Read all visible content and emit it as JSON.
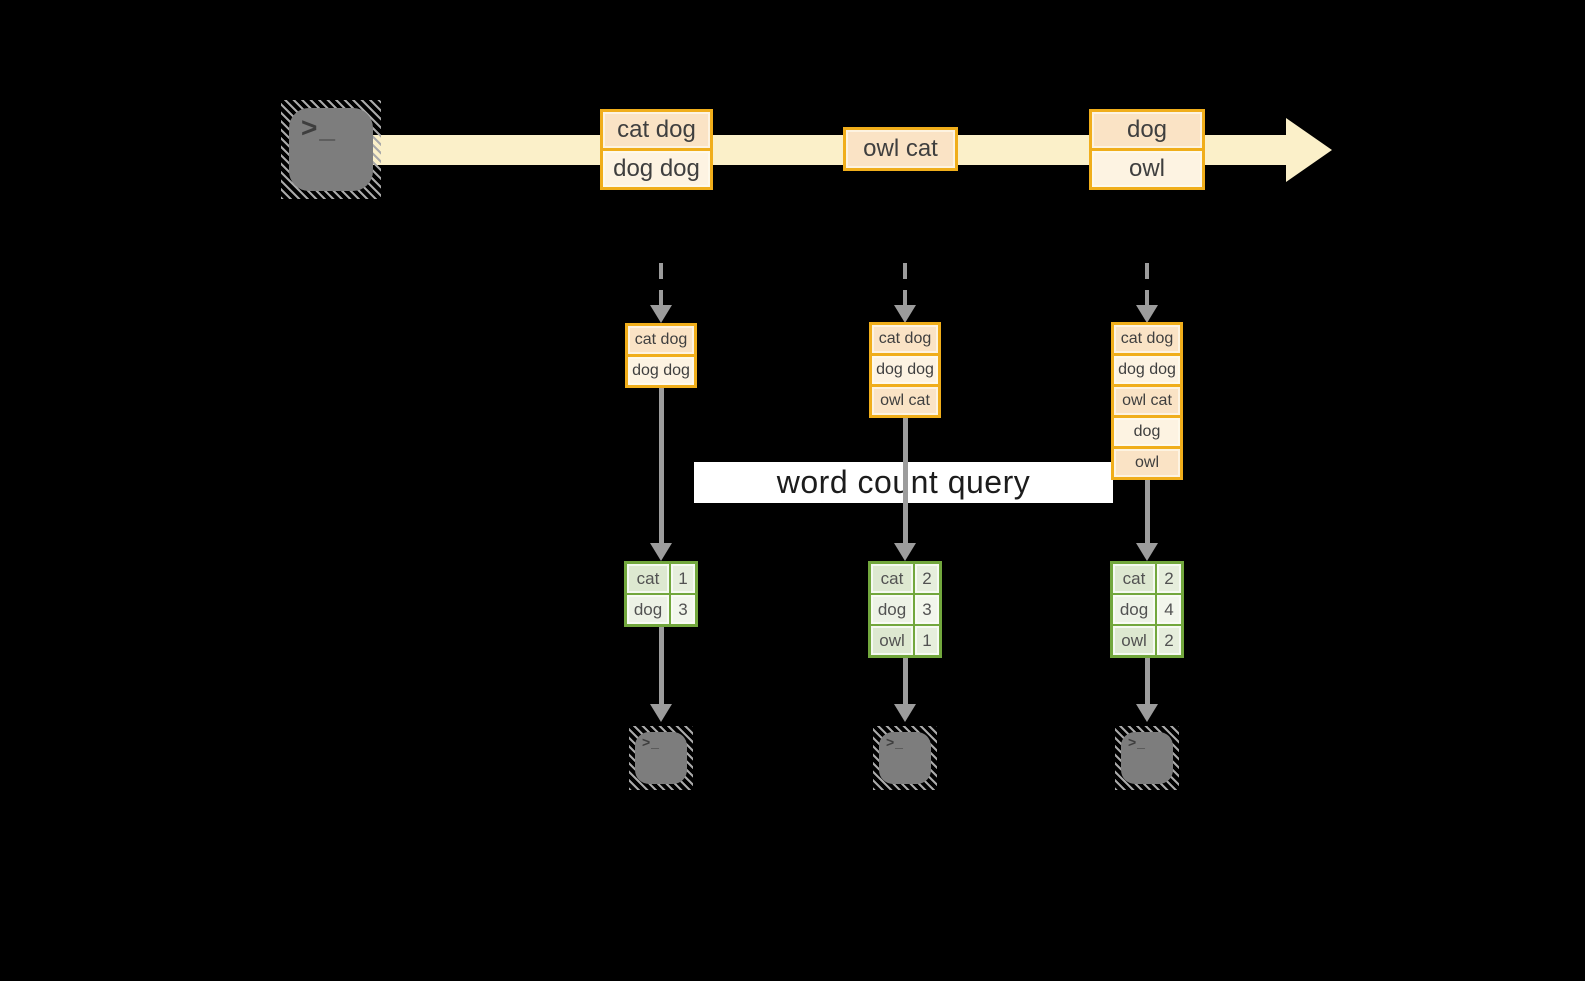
{
  "stream": {
    "batches": [
      {
        "items": [
          "cat dog",
          "dog dog"
        ]
      },
      {
        "items": [
          "owl cat"
        ]
      },
      {
        "items": [
          "dog",
          "owl"
        ]
      }
    ]
  },
  "query_label": "word count query",
  "terminals": {
    "glyph": ">_"
  },
  "columns": [
    {
      "state": [
        "cat dog",
        "dog dog"
      ],
      "counts": [
        [
          "cat",
          "1"
        ],
        [
          "dog",
          "3"
        ]
      ]
    },
    {
      "state": [
        "cat dog",
        "dog dog",
        "owl cat"
      ],
      "counts": [
        [
          "cat",
          "2"
        ],
        [
          "dog",
          "3"
        ],
        [
          "owl",
          "1"
        ]
      ]
    },
    {
      "state": [
        "cat dog",
        "dog dog",
        "owl cat",
        "dog",
        "owl"
      ],
      "counts": [
        [
          "cat",
          "2"
        ],
        [
          "dog",
          "4"
        ],
        [
          "owl",
          "2"
        ]
      ]
    }
  ],
  "colors": {
    "background": "#000000",
    "band": "#fbf0c9",
    "orange_border": "#f0ae1b",
    "cell_peach": "#fae3c5",
    "cell_cream": "#fdf3e2",
    "green_border": "#72a73d",
    "green_cell": "#dde8d0",
    "arrow_gray": "#9c9c9c",
    "terminal_gray": "#7d7d7d",
    "label_bg": "#ffffff"
  }
}
